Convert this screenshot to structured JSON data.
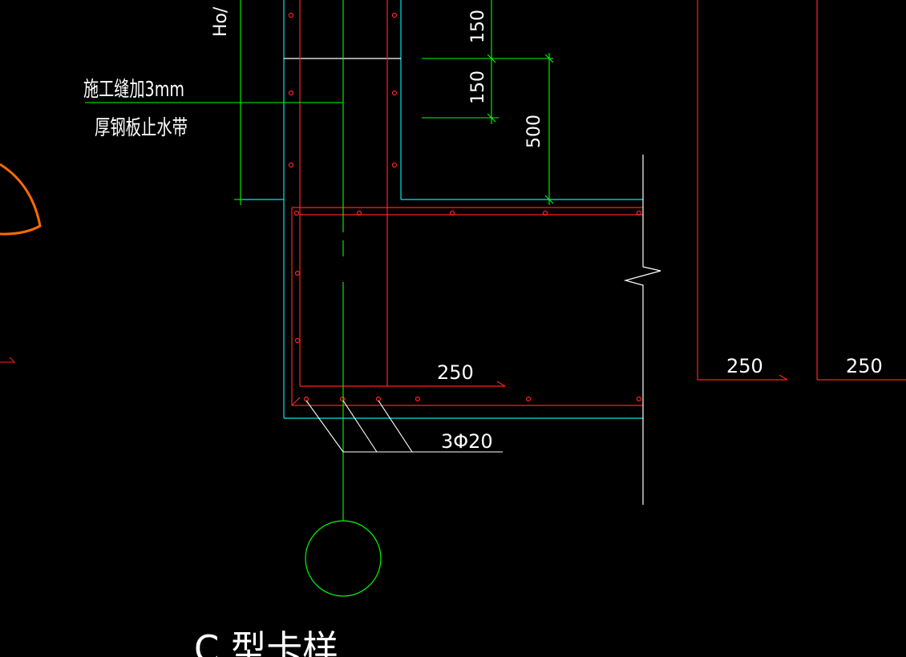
{
  "drawing": {
    "annotation_line1": "施工缝加3mm",
    "annotation_line2": "厚钢板止水带",
    "rebar_callout": "3Φ20",
    "dim_150_top": "150",
    "dim_150_mid": "150",
    "dim_500": "500",
    "dim_250_slab": "250",
    "dim_250_right_a": "250",
    "dim_250_right_b": "250",
    "ho_label": "Ho/",
    "bottom_title_partial": "C 型卡样"
  },
  "colors": {
    "background": "#000000",
    "concrete_outline": "#00e5ee",
    "rebar": "#ff2020",
    "dimension": "#00ff00",
    "text": "#ffffff",
    "break_line": "#ffffff",
    "arc": "#ff6a00"
  }
}
